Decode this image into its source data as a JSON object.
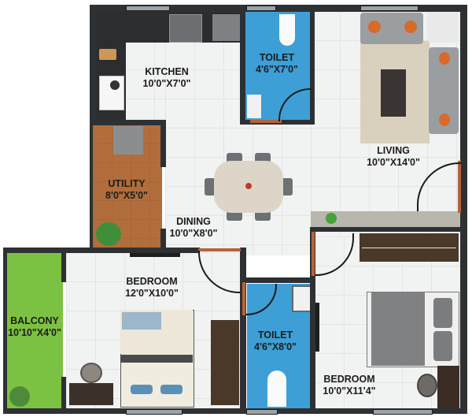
{
  "plan": {
    "rooms": [
      {
        "id": "kitchen",
        "name": "KITCHEN",
        "size": "10'0\"X7'0\""
      },
      {
        "id": "toilet-1",
        "name": "TOILET",
        "size": "4'6\"X7'0\""
      },
      {
        "id": "living",
        "name": "LIVING",
        "size": "10'0\"X14'0\""
      },
      {
        "id": "utility",
        "name": "UTILITY",
        "size": "8'0\"X5'0\""
      },
      {
        "id": "dining",
        "name": "DINING",
        "size": "10'0\"X8'0\""
      },
      {
        "id": "bedroom-1",
        "name": "BEDROOM",
        "size": "12'0\"X10'0\""
      },
      {
        "id": "balcony",
        "name": "BALCONY",
        "size": "10'10\"X4'0\""
      },
      {
        "id": "toilet-2",
        "name": "TOILET",
        "size": "4'6\"X8'0\""
      },
      {
        "id": "bedroom-2",
        "name": "BEDROOM",
        "size": "10'0\"X11'4\""
      }
    ],
    "colors": {
      "wall": "#2e3133",
      "floor_tile": "#f1f2f2",
      "toilet_floor": "#3d9fd6",
      "utility_floor": "#b26d3c",
      "balcony_floor": "#7cc242",
      "door_frame": "#b4643a"
    }
  }
}
